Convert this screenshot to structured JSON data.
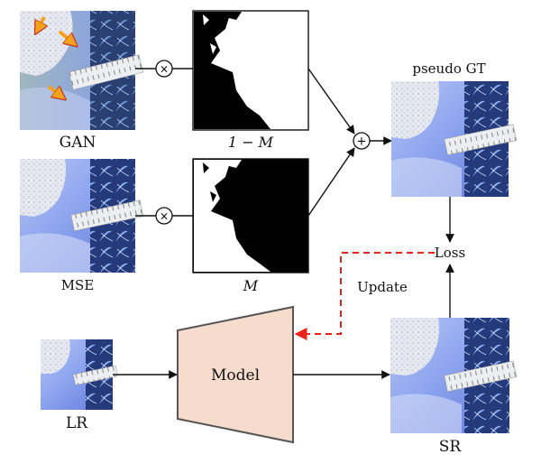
{
  "labels": {
    "gan": "GAN",
    "mse": "MSE",
    "mask_inv": "1 − M",
    "mask": "M",
    "pseudo_gt": "pseudo GT",
    "loss": "Loss",
    "update": "Update",
    "model": "Model",
    "lr": "LR",
    "sr": "SR"
  },
  "operators": {
    "multiply": "×",
    "add": "+"
  },
  "colors": {
    "model_fill": "#f6dccd",
    "update_arrow": "#e8231c",
    "gan_arrows": "#f4a21c"
  }
}
